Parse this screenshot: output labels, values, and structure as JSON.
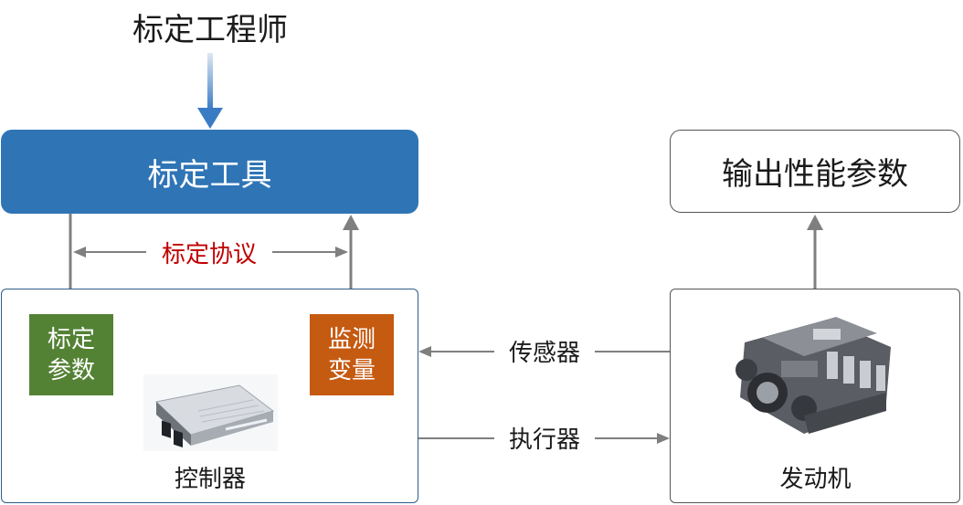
{
  "engineer": "标定工程师",
  "tool": "标定工具",
  "protocol": "标定协议",
  "param_lines": [
    "标定",
    "参数"
  ],
  "monitor_lines": [
    "监测",
    "变量"
  ],
  "controller": "控制器",
  "sensor": "传感器",
  "actuator": "执行器",
  "engine": "发动机",
  "output": "输出性能参数",
  "colors": {
    "tool": "#2f75b6",
    "param": "#548235",
    "monitor": "#c55a11",
    "protocol_text": "#c00000",
    "arrow": "#7f7f7f"
  }
}
